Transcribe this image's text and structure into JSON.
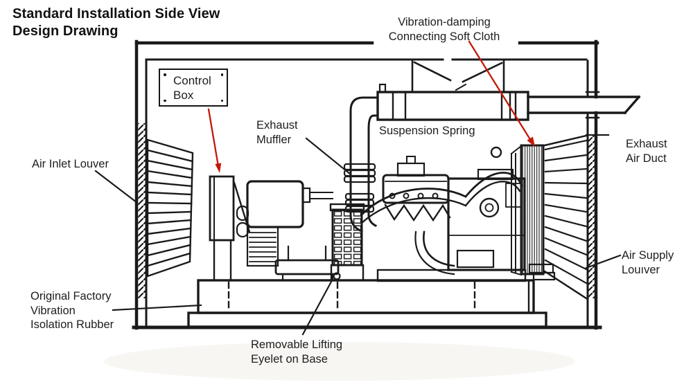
{
  "title": {
    "line1": "Standard Installation Side View",
    "line2": "Design Drawing"
  },
  "labels": {
    "control_box": {
      "line1": "Control",
      "line2": "Box"
    },
    "exhaust_muffler": {
      "line1": "Exhaust",
      "line2": "Muffler"
    },
    "vibration_damping": {
      "line1": "Vibration-damping",
      "line2": "Connecting Soft Cloth"
    },
    "suspension_spring": {
      "text": "Suspension Spring"
    },
    "air_inlet_louver": {
      "text": "Air Inlet Louver"
    },
    "exhaust_air_duct": {
      "line1": "Exhaust",
      "line2": "Air Duct"
    },
    "air_supply_louver": {
      "line1": "Air Supply",
      "line2": "Louıver"
    },
    "vibration_isolation": {
      "line1": "Original Factory",
      "line2": "Vibration",
      "line3": "Isolation Rubber"
    },
    "lifting_eyelet": {
      "line1": "Removable Lifting",
      "line2": "Eyelet on Base"
    }
  },
  "colors": {
    "line": "#1a1a1a",
    "arrow_red": "#c41708",
    "background": "#ffffff",
    "text": "#1d1d1d"
  }
}
